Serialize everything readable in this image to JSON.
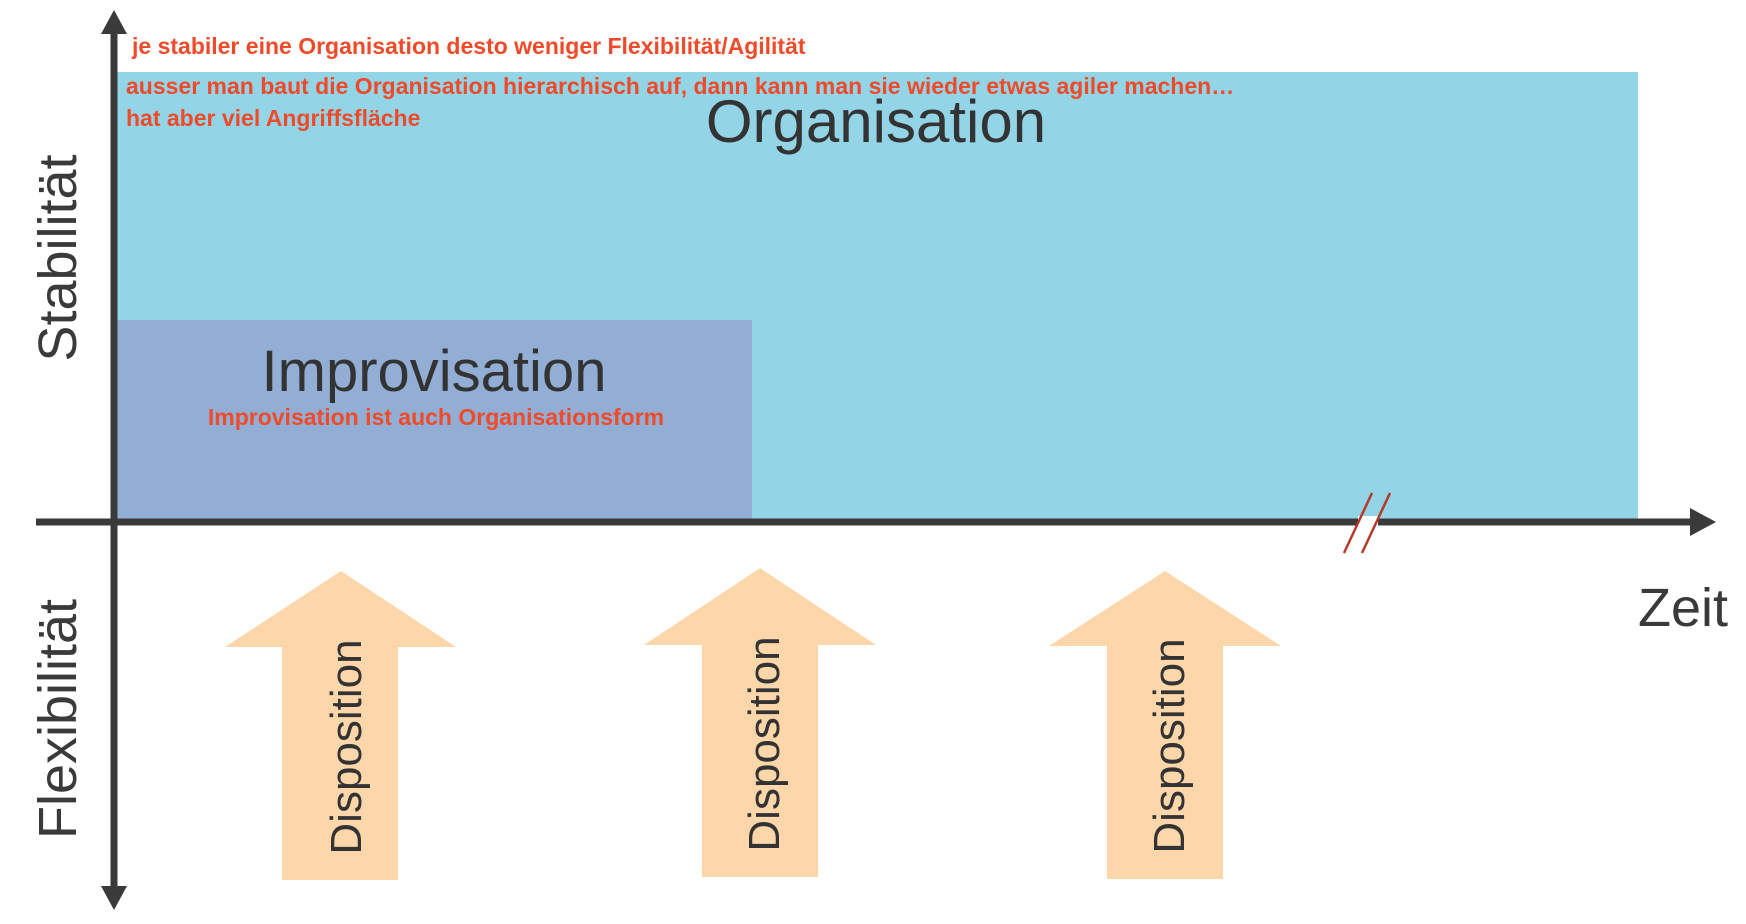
{
  "axes": {
    "y_top_label": "Stabilität",
    "y_bottom_label": "Flexibilität",
    "x_label": "Zeit"
  },
  "organisation": {
    "label": "Organisation",
    "color": "#93d4e7"
  },
  "improvisation": {
    "label": "Improvisation",
    "note": "Improvisation ist auch Organisationsform",
    "color": "#93aed4"
  },
  "notes": {
    "line1": "je stabiler eine Organisation desto weniger Flexibilität/Agilität",
    "line2": "ausser man baut die Organisation hierarchisch auf, dann kann man sie wieder etwas agiler machen…",
    "line3": "hat aber viel Angriffsfläche",
    "color": "#ef4b2a"
  },
  "dispositions": [
    {
      "label": "Disposition"
    },
    {
      "label": "Disposition"
    },
    {
      "label": "Disposition"
    }
  ],
  "colors": {
    "axis": "#3a3a3a",
    "arrow_fill": "#fdd6aa",
    "break_mark": "#b5392a"
  }
}
